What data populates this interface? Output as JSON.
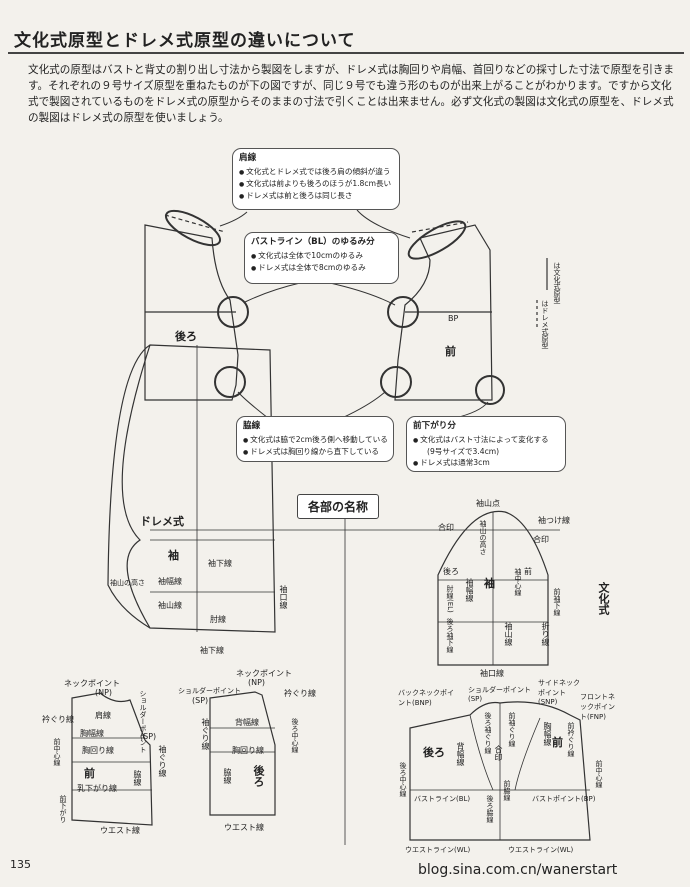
{
  "header": {
    "title": "文化式原型とドレメ式原型の違いについて"
  },
  "intro": "文化式の原型はバストと背丈の割り出し寸法から製図をしますが、ドレメ式は胸回りや肩幅、首回りなどの採寸した寸法で原型を引きます。それぞれの９号サイズ原型を重ねたものが下の図ですが、同じ９号でも違う形のものが出来上がることがわかります。ですから文化式で製図されているものをドレメ式の原型からそのままの寸法で引くことは出来ません。必ず文化式の製図は文化式の原型を、ドレメ式の製図はドレメ式の原型を使いましょう。",
  "callouts": {
    "shoulder": {
      "title": "肩線",
      "bullets": [
        "文化式とドレメ式では後ろ肩の傾斜が違う",
        "文化式は前よりも後ろのほうが1.8cm長い",
        "ドレメ式は前と後ろは同じ長さ"
      ]
    },
    "bust": {
      "title": "バストライン（BL）のゆるみ分",
      "bullets": [
        "文化式は全体で10cmのゆるみ",
        "ドレメ式は全体で8cmのゆるみ"
      ]
    },
    "side": {
      "title": "脇線",
      "bullets": [
        "文化式は脇で2cm後ろ側へ移動している",
        "ドレメ式は胸回り線から直下している"
      ]
    },
    "dart": {
      "title": "前下がり分",
      "bullets": [
        "文化式はバスト寸法によって変化する",
        "ドレメ式は通常3cm"
      ],
      "note": "(9号サイズで3.4cm)"
    }
  },
  "overlay": {
    "back": "後ろ",
    "front": "前",
    "bp": "BP",
    "legend1": "は文化式原型",
    "legend2": "はドレメ式原型"
  },
  "section_title": "各部の名称",
  "dreme": {
    "title": "ドレメ式",
    "sleeve": [
      "袖",
      "袖下線",
      "袖幅線",
      "袖山の高さ",
      "袖山線",
      "袖口線",
      "肘線",
      "袖下線"
    ],
    "front": [
      "ネックポイント",
      "(NP)",
      "ショルダーポイント",
      "(SP)",
      "衿ぐり線",
      "肩線",
      "胸幅線",
      "胸回り線",
      "袖ぐり線",
      "前",
      "前中心線",
      "脇線",
      "乳下がり線",
      "前下がり",
      "ウエスト線"
    ],
    "back": [
      "ネックポイント",
      "(NP)",
      "ショルダーポイント",
      "(SP)",
      "衿ぐり線",
      "背幅線",
      "袖ぐり線",
      "後ろ中心線",
      "胸回り線",
      "脇線",
      "後ろ",
      "ウエスト線"
    ]
  },
  "bunka": {
    "title": "文化式",
    "sleeve": [
      "袖山点",
      "合印",
      "袖つけ線",
      "合印",
      "袖山の高さ",
      "後ろ",
      "前",
      "肘線(EL)",
      "袖幅線",
      "袖",
      "袖中心線",
      "後ろ袖下線",
      "前袖下線",
      "袖山線",
      "折り線",
      "袖口線"
    ],
    "bodice": [
      "バックネックポイント(BNP)",
      "ショルダーポイント(SP)",
      "サイドネックポイント(SNP)",
      "フロントネックポイント(FNP)",
      "後ろ",
      "背幅線",
      "後ろ袖ぐり線",
      "前袖ぐり線",
      "合印",
      "前",
      "胸幅線",
      "前衿ぐり線",
      "後ろ中心線",
      "バストライン(BL)",
      "バストポイント(BP)",
      "前中心線",
      "後ろ脇線",
      "前脇線",
      "ウエストライン(WL)",
      "ウエストライン(WL)"
    ]
  },
  "footer": {
    "page": "135",
    "credit": "blog.sina.com.cn/wanerstart"
  }
}
